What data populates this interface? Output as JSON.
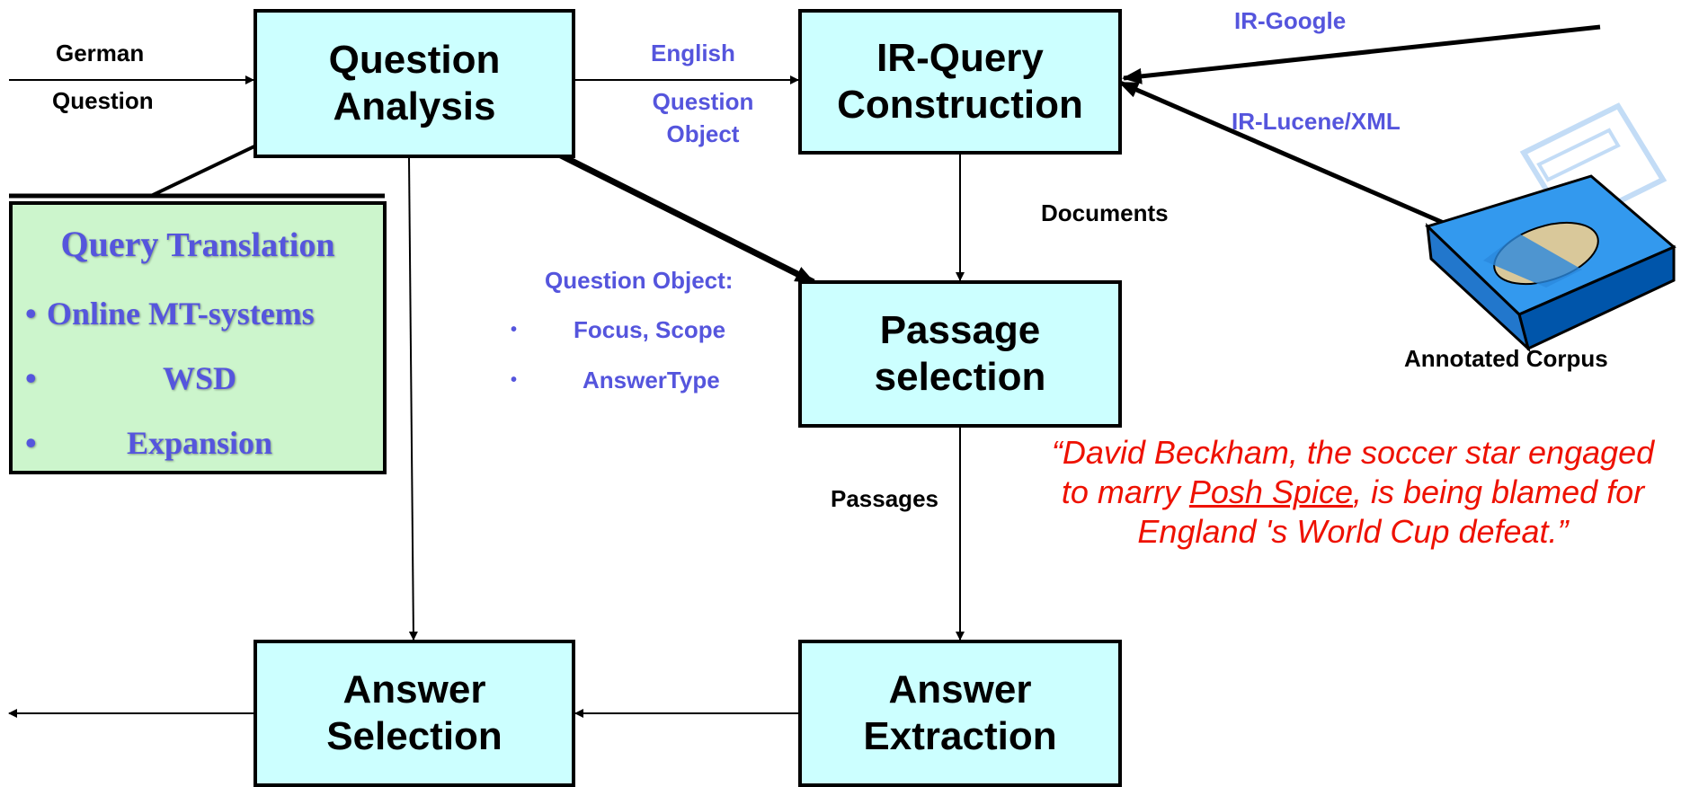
{
  "boxes": {
    "question_analysis": [
      "Question",
      "Analysis"
    ],
    "ir_query": [
      "IR-Query",
      "Construction"
    ],
    "passage": [
      "Passage",
      "selection"
    ],
    "answer_selection": [
      "Answer",
      "Selection"
    ],
    "answer_extraction": [
      "Answer",
      "Extraction"
    ]
  },
  "labels": {
    "german": "German",
    "question": "Question",
    "english": "English",
    "question_obj_1": "Question",
    "question_obj_2": "Object",
    "ir_google": "IR-Google",
    "ir_lucene": "IR-Lucene/XML",
    "documents": "Documents",
    "passages": "Passages",
    "annotated_corpus": "Annotated Corpus",
    "qobj_title": "Question Object:",
    "qobj_item1": "Focus, Scope",
    "qobj_item2": "AnswerType",
    "bullet": "•"
  },
  "query_translation": {
    "title_part1": "Query",
    "title_part2": "Translation",
    "items": [
      "Online MT-systems",
      "WSD",
      "Expansion"
    ],
    "bullet": "•"
  },
  "quote": {
    "part1": "“David Beckham, the soccer star engaged to marry ",
    "link": "Posh Spice",
    "part2": ", is being blamed for England 's World Cup defeat.”"
  },
  "colors": {
    "box_fill": "#ccffff",
    "panel_fill": "#ccf5cc",
    "label_blue": "#5555dd",
    "quote_red": "#ee1100"
  },
  "icons": {
    "corpus": "disk-drive-icon"
  }
}
